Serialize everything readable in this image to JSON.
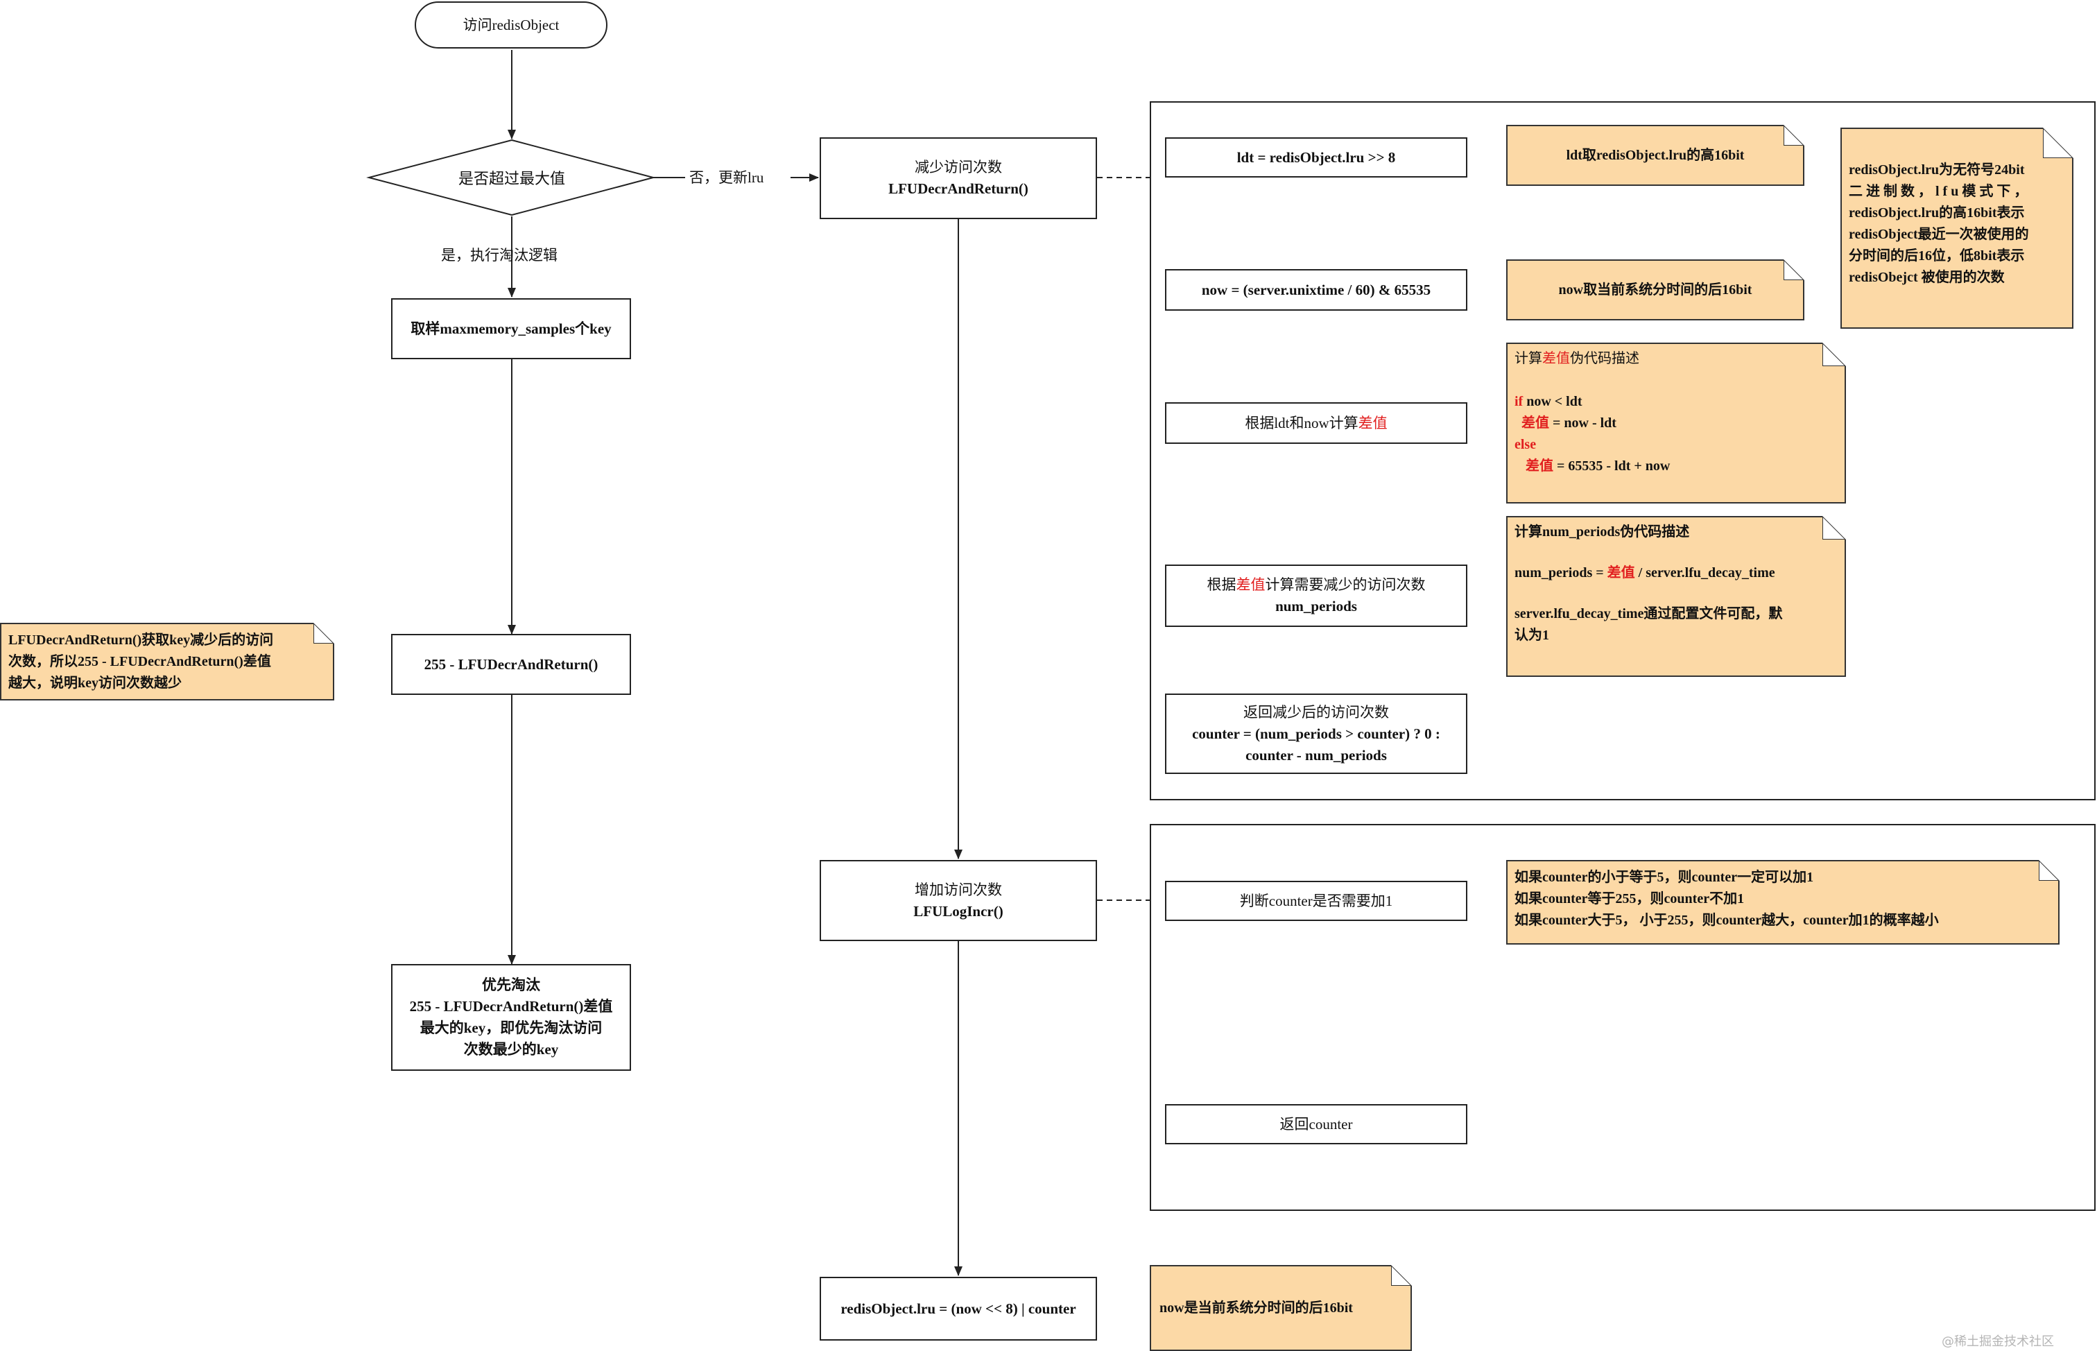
{
  "start": "访问redisObject",
  "decision": "是否超过最大值",
  "yes_label": "是，执行淘汰逻辑",
  "no_label": "否，更新lru",
  "sample": "取样maxmemory_samples个key",
  "compute_255": "255 - LFUDecrAndReturn()",
  "evict": [
    "优先淘汰",
    "255 - LFUDecrAndReturn()差值",
    "最大的key，即优先淘汰访问",
    "次数最少的key"
  ],
  "left_note": [
    "LFUDecrAndReturn()获取key减少后的访问",
    "次数，所以255  - LFUDecrAndReturn()差值",
    "越大，说明key访问次数越少"
  ],
  "decr": [
    "减少访问次数",
    "LFUDecrAndReturn()"
  ],
  "incr": [
    "增加访问次数",
    "LFULogIncr()"
  ],
  "final": "redisObject.lru = (now << 8) | counter",
  "final_note": "now是当前系统分时间的后16bit",
  "decr_steps": {
    "ldt": "ldt = redisObject.lru >> 8",
    "now": "now = (server.unixtime / 60) & 65535",
    "diff": {
      "pre": "根据ldt和now计算",
      "red": "差值"
    },
    "periods": {
      "pre": "根据",
      "red": "差值",
      "post": "计算需要减少的访问次数",
      "line2": "num_periods"
    },
    "ret": [
      "返回减少后的访问次数",
      "counter = (num_periods > counter) ? 0 :",
      "counter - num_periods"
    ]
  },
  "decr_notes": {
    "ldt_note": "ldt取redisObject.lru的高16bit",
    "now_note": "now取当前系统分时间的后16bit",
    "lru_note": [
      "redisObject.lru为无符号24bit",
      "二 进 制 数 ， l f u 模 式 下 ，",
      "redisObject.lru的高16bit表示",
      "redisObject最近一次被使用的",
      "分时间的后16位，低8bit表示",
      "redisObejct 被使用的次数"
    ],
    "diff_note": {
      "title_pre": "计算",
      "title_red": "差值",
      "title_post": "伪代码描述",
      "if_kw": "if",
      "if_cond": " now < ldt",
      "l1_red": "差值",
      "l1_post": " = now - ldt",
      "else_kw": "else",
      "l2_red": "差值",
      "l2_post": " = 65535 - ldt + now"
    },
    "periods_note": {
      "title": "计算num_periods伪代码描述",
      "l1_pre": "num_periods = ",
      "l1_red": "差值",
      "l1_post": " / server.lfu_decay_time",
      "l2": "server.lfu_decay_time通过配置文件可配，默",
      "l3": "认为1"
    }
  },
  "incr_steps": {
    "check": "判断counter是否需要加1",
    "ret": "返回counter"
  },
  "incr_note": [
    "如果counter的小于等于5，则counter一定可以加1",
    "如果counter等于255，则counter不加1",
    "如果counter大于5， 小于255，则counter越大，counter加1的概率越小"
  ],
  "watermark": "@稀土掘金技术社区"
}
